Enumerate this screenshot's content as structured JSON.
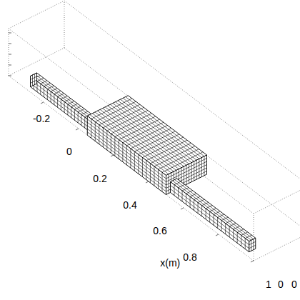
{
  "diagram": {
    "labels": [
      "-0.2",
      "0",
      "0.2",
      "0.4",
      "0.6",
      "0.8",
      "x(m)",
      "1",
      "0",
      "0"
    ]
  }
}
